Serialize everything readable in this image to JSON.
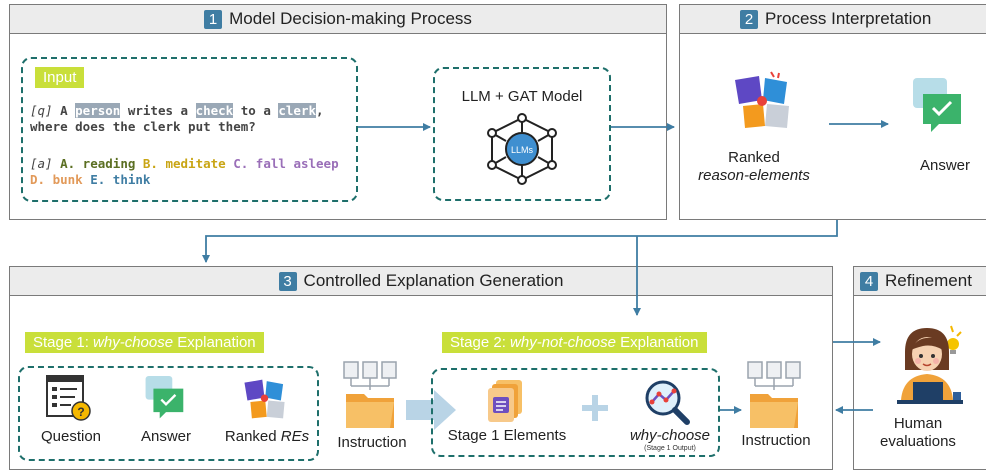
{
  "panels": {
    "p1": {
      "badge": "1",
      "title": "Model Decision-making Process"
    },
    "p2": {
      "badge": "2",
      "title": "Process Interpretation"
    },
    "p3": {
      "badge": "3",
      "title": "Controlled Explanation Generation"
    },
    "p4": {
      "badge": "4",
      "title": "Refinement"
    }
  },
  "input": {
    "label": "Input",
    "q_tag": "[q]",
    "q_parts": [
      " A ",
      "person",
      " writes a ",
      "check",
      " to a ",
      "clerk",
      ", where does the clerk put them?"
    ],
    "a_tag": "[a]",
    "options": [
      {
        "text": "A. reading",
        "color": "#5b6f22"
      },
      {
        "text": "B. meditate",
        "color": "#c9a514"
      },
      {
        "text": "C. fall asleep",
        "color": "#9a6fb8"
      },
      {
        "text": "D. bunk",
        "color": "#e29a5a"
      },
      {
        "text": "E. think",
        "color": "#3f7da3"
      }
    ]
  },
  "model": {
    "label": "LLM + GAT Model",
    "icon_text": "LLMs"
  },
  "interp": {
    "ranked_line1": "Ranked",
    "ranked_line2": "reason-elements",
    "answer": "Answer"
  },
  "stage1": {
    "prefix": "Stage 1: ",
    "emph": "why-choose",
    "suffix": " Explanation",
    "question": "Question",
    "answer": "Answer",
    "ranked": "Ranked ",
    "ranked_emph": "REs"
  },
  "instruction": "Instruction",
  "stage2": {
    "prefix": "Stage 2: ",
    "emph": "why-not-choose",
    "suffix": " Explanation",
    "elements": "Stage 1 Elements",
    "why": "why-choose",
    "why_note": "(Stage 1 Output)"
  },
  "refine": {
    "line1": "Human",
    "line2": "evaluations"
  },
  "colors": {
    "teal": "#1e6f6b",
    "arrow": "#3f7da3",
    "badge": "#3f7da3",
    "stage_label": "#c9df3a",
    "highlight": "#9aa8b6"
  }
}
